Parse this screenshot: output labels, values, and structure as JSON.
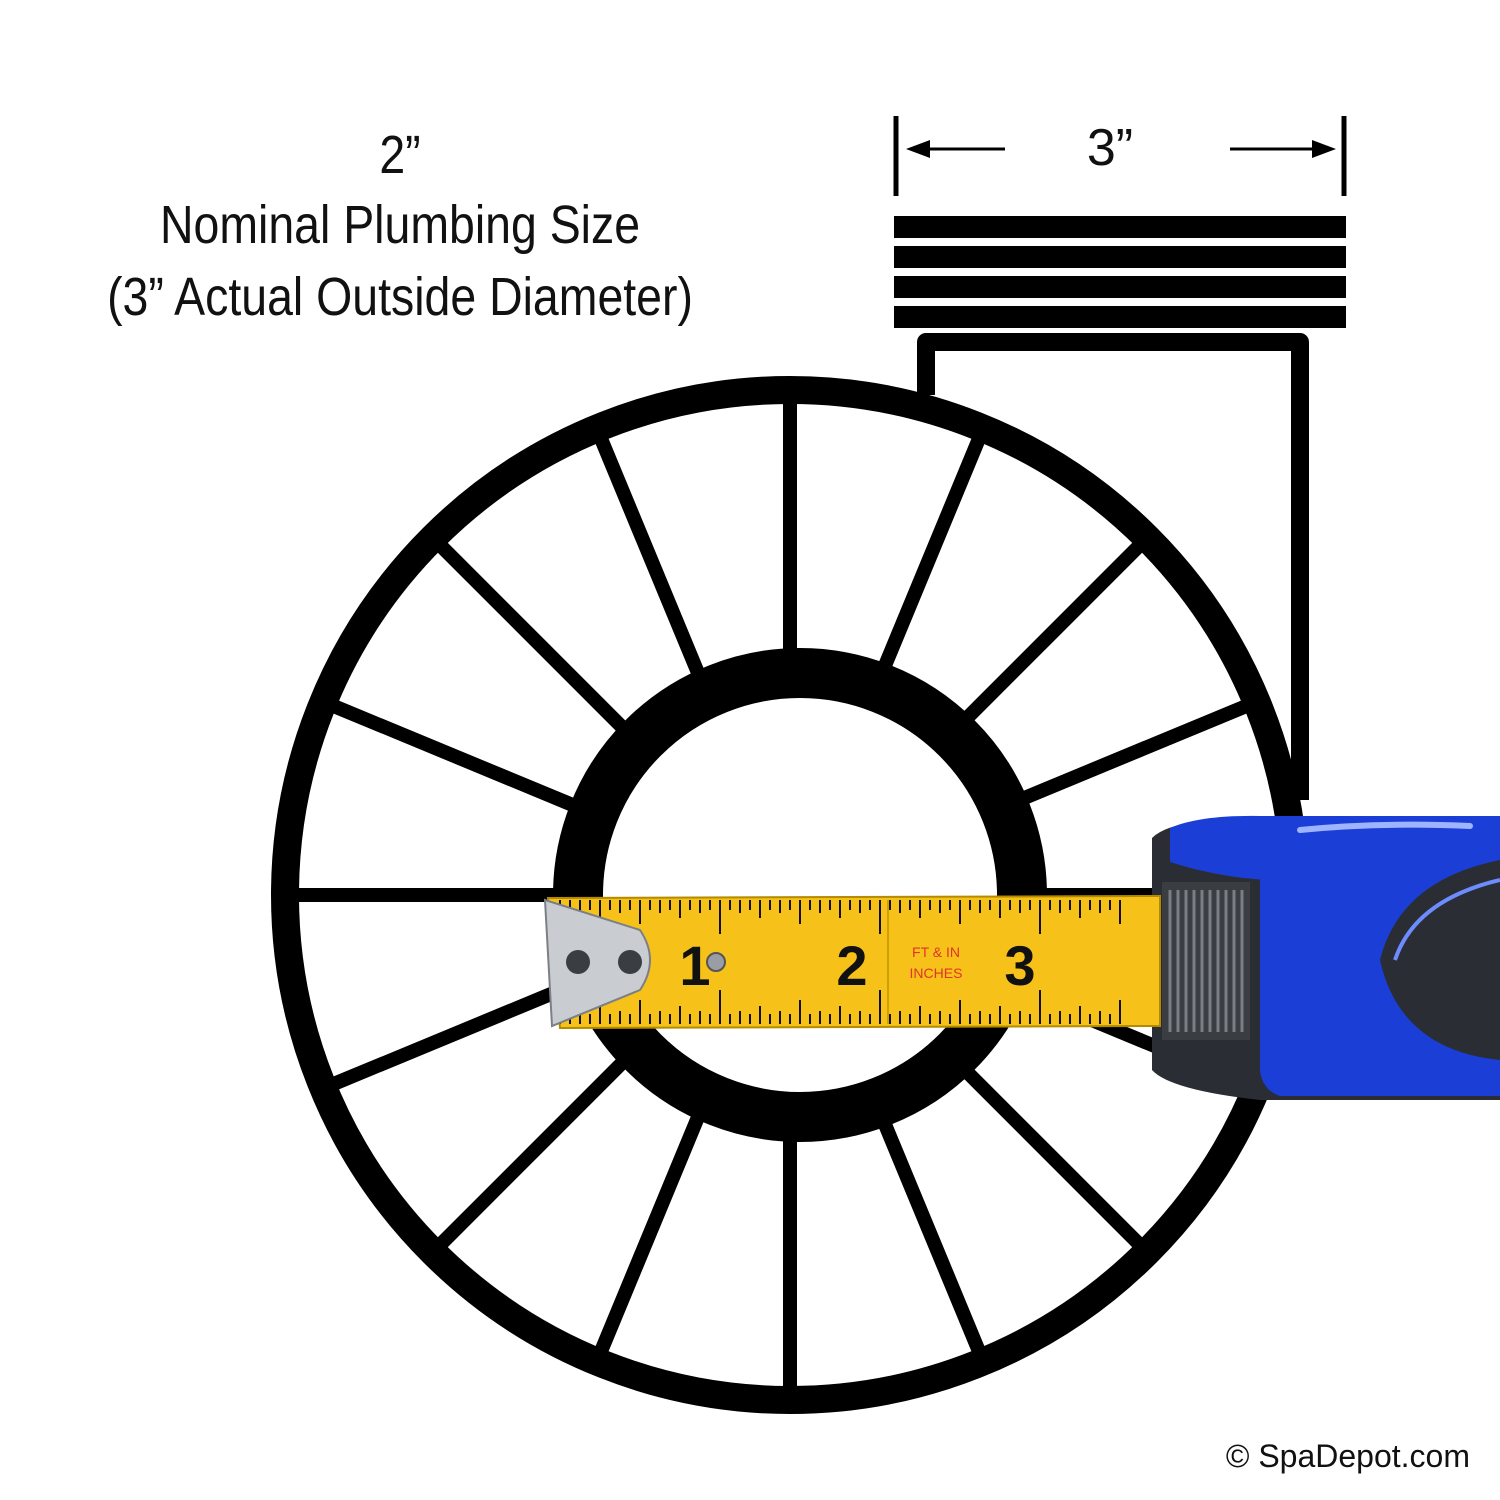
{
  "heading": {
    "line1": "2”",
    "line2": "Nominal Plumbing Size",
    "line3": "(3” Actual Outside Diameter)"
  },
  "dimension": {
    "label": "3”"
  },
  "tape_measure": {
    "numbers": [
      "1",
      "2",
      "3"
    ],
    "imprint_line1": "FT & IN",
    "imprint_line2": "INCHES"
  },
  "copyright": "© SpaDepot.com",
  "colors": {
    "line": "#000000",
    "tape_yellow": "#f6c21a",
    "tape_red_text": "#e0342a",
    "case_blue": "#1b3fd6",
    "case_grey": "#2a2d33"
  },
  "icons": {
    "left_arrow": "arrow-left-icon",
    "right_arrow": "arrow-right-icon"
  }
}
